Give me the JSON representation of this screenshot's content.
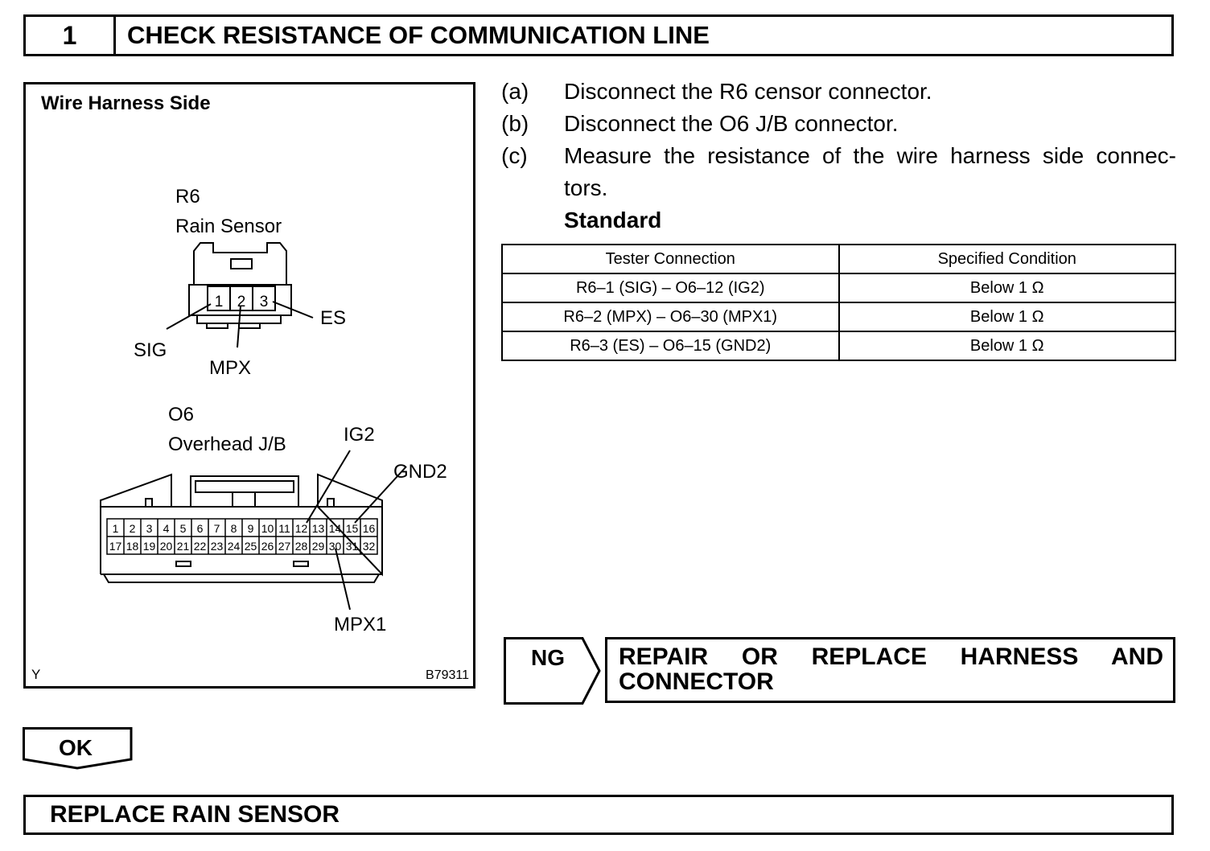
{
  "header": {
    "step_number": "1",
    "title": "CHECK RESISTANCE OF COMMUNICATION LINE"
  },
  "diagram": {
    "heading": "Wire Harness Side",
    "connector1": {
      "code": "R6",
      "name": "Rain Sensor",
      "pins": [
        "1",
        "2",
        "3"
      ],
      "labels": {
        "sig": "SIG",
        "mpx": "MPX",
        "es": "ES"
      }
    },
    "connector2": {
      "code": "O6",
      "name": "Overhead J/B",
      "pins_top": [
        "1",
        "2",
        "3",
        "4",
        "5",
        "6",
        "7",
        "8",
        "9",
        "10",
        "11",
        "12",
        "13",
        "14",
        "15",
        "16"
      ],
      "pins_bottom": [
        "17",
        "18",
        "19",
        "20",
        "21",
        "22",
        "23",
        "24",
        "25",
        "26",
        "27",
        "28",
        "29",
        "30",
        "31",
        "32"
      ],
      "labels": {
        "ig2": "IG2",
        "gnd2": "GND2",
        "mpx1": "MPX1"
      }
    },
    "corner_left": "Y",
    "figure_id": "B79311"
  },
  "steps": [
    {
      "label": "(a)",
      "text": "Disconnect the R6 censor connector."
    },
    {
      "label": "(b)",
      "text": "Disconnect the O6 J/B connector."
    },
    {
      "label": "(c)",
      "line1": "Measure the resistance of the wire harness side connec-",
      "line2": "tors."
    }
  ],
  "standard_label": "Standard",
  "spec_table": {
    "headers": [
      "Tester Connection",
      "Specified Condition"
    ],
    "rows": [
      [
        "R6–1 (SIG) – O6–12 (IG2)",
        "Below 1 Ω"
      ],
      [
        "R6–2 (MPX) – O6–30 (MPX1)",
        "Below 1 Ω"
      ],
      [
        "R6–3 (ES) – O6–15 (GND2)",
        "Below 1 Ω"
      ]
    ]
  },
  "ng": {
    "label": "NG",
    "line1": "REPAIR OR REPLACE HARNESS AND",
    "line2": "CONNECTOR"
  },
  "ok": {
    "label": "OK"
  },
  "final": {
    "text": "REPLACE RAIN SENSOR"
  }
}
